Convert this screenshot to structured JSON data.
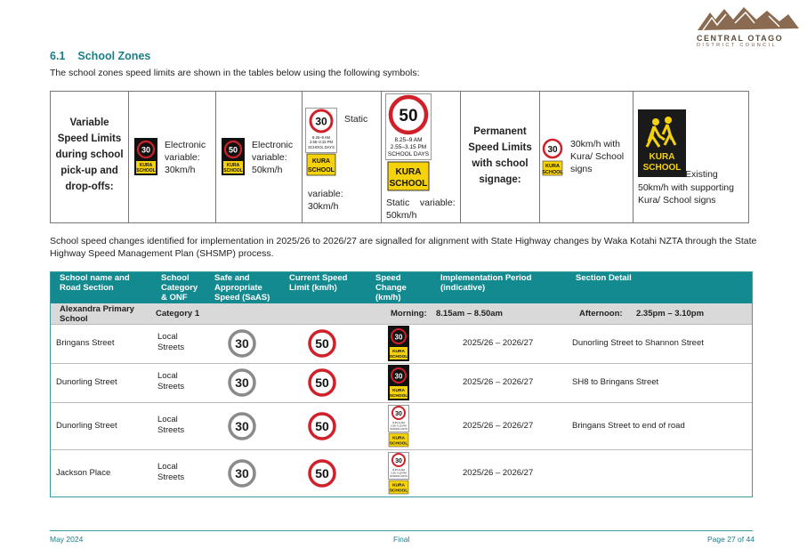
{
  "logo": {
    "name": "CENTRAL OTAGO",
    "sub": "DISTRICT COUNCIL"
  },
  "section": {
    "number": "6.1",
    "title": "School Zones"
  },
  "intro": "The school zones speed limits are shown in the tables below using the following symbols:",
  "symbols": {
    "c1": {
      "line1": "Variable",
      "line2": "Speed Limits",
      "line3": "during school",
      "line4": "pick-up and",
      "line5": "drop-offs:"
    },
    "c2": {
      "line1": "Electronic",
      "line2": "variable:",
      "line3": "30km/h"
    },
    "c3": {
      "line1": "Electronic",
      "line2": "variable:",
      "line3": "50km/h"
    },
    "c4": {
      "line1": "Static",
      "line2": "variable:",
      "line3": "30km/h"
    },
    "c5": {
      "line1": "Static    variable:",
      "line2": "50km/h"
    },
    "c6": {
      "line1": "Permanent",
      "line2": "Speed Limits",
      "line3": "with school",
      "line4": "signage:"
    },
    "c7": {
      "line1": "30km/h with",
      "line2": "Kura/ School",
      "line3": "signs"
    },
    "c8": {
      "line1": "Existing",
      "line2": "50km/h with supporting",
      "line3": "Kura/ School signs"
    }
  },
  "sign_text": {
    "kura": "KURA",
    "school": "SCHOOL",
    "static_time1": "8.25–9 AM",
    "static_time2": "2.55–3.15 PM",
    "static_days": "SCHOOL DAYS",
    "v30": "30",
    "v50": "50"
  },
  "paragraph": "School speed changes identified for implementation in 2025/26 to 2026/27 are signalled for alignment with State Highway changes by Waka Kotahi NZTA through the State Highway Speed Management Plan (SHSMP) process.",
  "table": {
    "headers": {
      "h1a": "School name and",
      "h1b": "Road Section",
      "h2a": "School",
      "h2b": "Category",
      "h2c": "& ONF",
      "h3a": "Safe and",
      "h3b": "Appropriate",
      "h3c": "Speed (SaAS)",
      "h4a": "Current Speed",
      "h4b": "Limit (km/h)",
      "h5a": "Speed",
      "h5b": "Change",
      "h5c": "(km/h)",
      "h6a": "Implementation Period",
      "h6b": "(indicative)",
      "h7": "Section Detail"
    },
    "school": {
      "name1": "Alexandra Primary",
      "name2": "School",
      "category": "Category 1",
      "morning_label": "Morning:",
      "morning": "8.15am – 8.50am",
      "afternoon_label": "Afternoon:",
      "afternoon": "2.35pm – 3.10pm"
    },
    "rows": [
      {
        "road": "Bringans Street",
        "cat1": "Local",
        "cat2": "Streets",
        "saas": "30",
        "current": "50",
        "period": "2025/26 – 2026/27",
        "detail": "Dunorling Street to Shannon Street"
      },
      {
        "road": "Dunorling Street",
        "cat1": "Local",
        "cat2": "Streets",
        "saas": "30",
        "current": "50",
        "period": "2025/26 – 2026/27",
        "detail": "SH8 to Bringans Street"
      },
      {
        "road": "Dunorling Street",
        "cat1": "Local",
        "cat2": "Streets",
        "saas": "30",
        "current": "50",
        "period": "2025/26 – 2026/27",
        "detail": "Bringans Street to end of road"
      },
      {
        "road": "Jackson Place",
        "cat1": "Local",
        "cat2": "Streets",
        "saas": "30",
        "current": "50",
        "period": "2025/26 – 2026/27",
        "detail": ""
      }
    ]
  },
  "footer": {
    "left": "May 2024",
    "center": "Final",
    "right": "Page 27 of 44"
  },
  "colors": {
    "teal": "#138a90",
    "red": "#d0202a",
    "yellow": "#f5d20a",
    "grey_ring": "#8a8a8a"
  }
}
